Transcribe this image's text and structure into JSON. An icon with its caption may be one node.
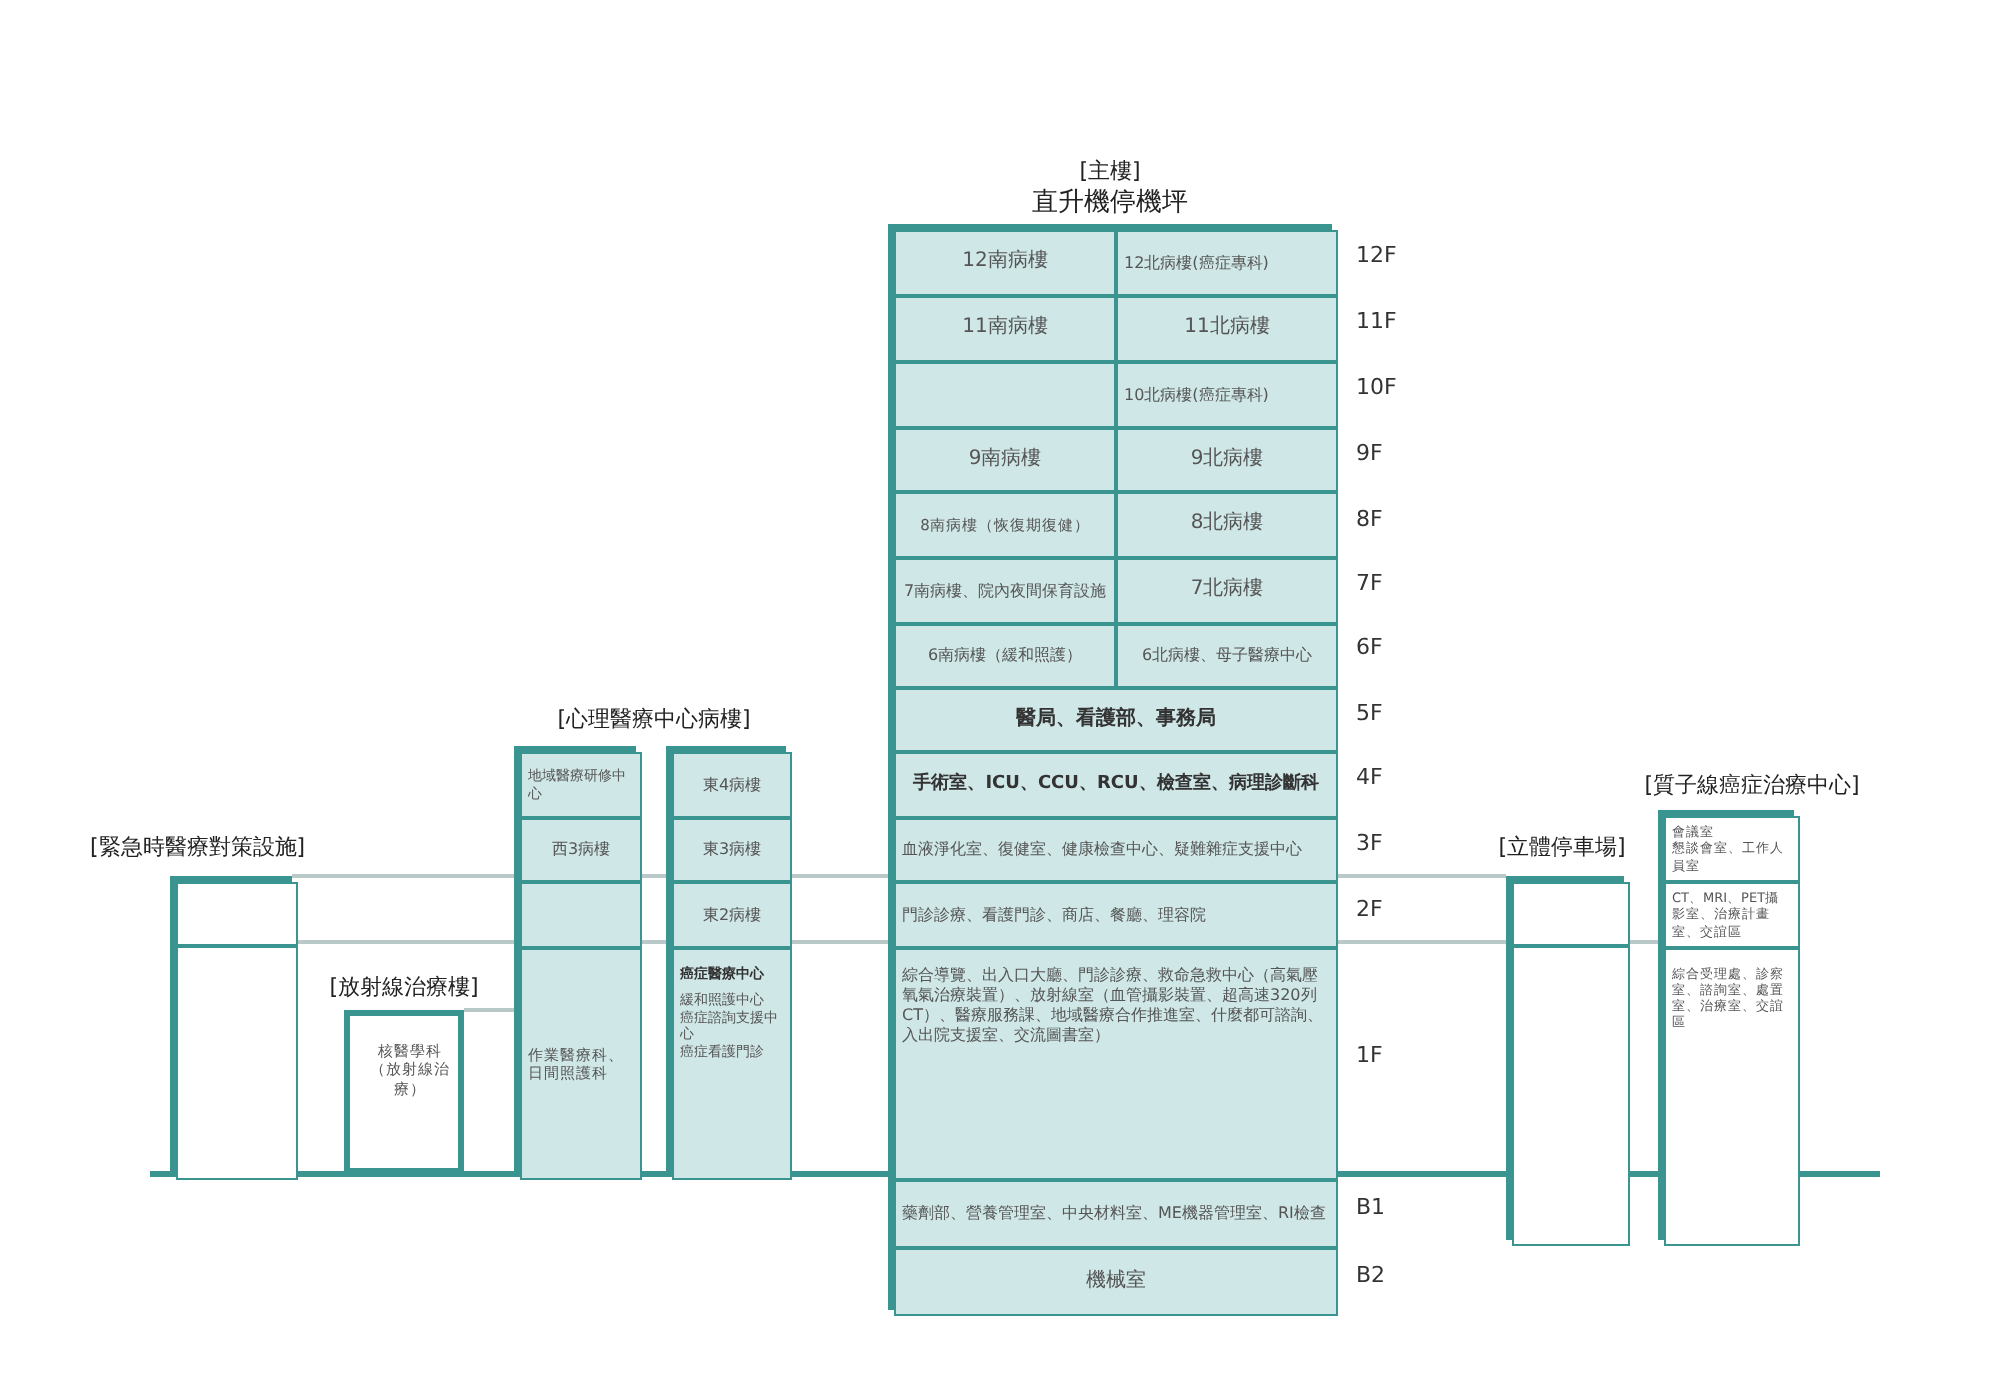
{
  "diagram": {
    "nodes": [
      {
        "text": [
          "[主樓]",
          "直升機停機坪"
        ]
      },
      {
        "text": [
          "12南病樓"
        ],
        "in": 0
      },
      {
        "text": [
          "12北病樓(癌症專科)"
        ],
        "in": 0
      },
      {
        "text": [
          "11南病樓"
        ],
        "in": 0
      },
      {
        "text": [
          "11北病樓"
        ],
        "in": 0
      },
      {
        "text": [],
        "shape": "box",
        "in": 0
      },
      {
        "text": [
          "10北病樓(癌症專科)"
        ],
        "in": 0
      },
      {
        "text": [
          "9南病樓"
        ],
        "in": 0
      },
      {
        "text": [
          "9北病樓"
        ],
        "in": 0
      },
      {
        "text": [
          "8南病樓（恢復期復健）"
        ],
        "in": 0
      },
      {
        "text": [
          "8北病樓"
        ],
        "in": 0
      },
      {
        "text": [
          "7南病樓、院內夜間保育設施"
        ],
        "in": 0
      },
      {
        "text": [
          "7北病樓"
        ],
        "in": 0
      },
      {
        "text": [
          "6南病樓（緩和照護）"
        ],
        "in": 0
      },
      {
        "text": [
          "6北病樓、母子醫療中心"
        ],
        "in": 0
      },
      {
        "text": [
          "醫局、看護部、事務局"
        ],
        "in": 0
      },
      {
        "text": [
          "手術室、ICU、CCU、RCU、檢查室、病理診斷科"
        ],
        "in": 0
      },
      {
        "text": [
          "血液淨化室、復健室、健康檢查中心、疑難雜症支援中心"
        ],
        "in": 0
      },
      {
        "text": [
          "門診診療、看護門診、商店、餐廳、理容院"
        ],
        "in": 0
      },
      {
        "text": [
          "綜合導覽、出入口大廳、門診診療、救命急救中心（高氣壓氧氣治療裝置）、放射線室（血管攝影裝置、超高速320列CT）、醫療服務課、地域醫療合作推進室、什麼都可諮詢、入出院支援室、交流圖書室）"
        ],
        "in": 0
      },
      {
        "text": [
          "藥劑部、營養管理室、中央材料室、ME機器管理室、RI檢查"
        ],
        "in": 0
      },
      {
        "text": [
          "機械室"
        ],
        "in": 0
      },
      {
        "text": [
          "[心理醫療中心病樓]"
        ]
      },
      {
        "text": [],
        "shape": "box",
        "in": 22
      },
      {
        "text": [
          "地域醫療研修中心"
        ],
        "in": 23
      },
      {
        "text": [
          "西3病樓"
        ],
        "in": 23
      },
      {
        "text": [],
        "shape": "box",
        "in": 23
      },
      {
        "text": [
          "作業醫療科、日間照護科"
        ],
        "in": 23
      },
      {
        "text": [],
        "shape": "box",
        "in": 22
      },
      {
        "text": [
          "東4病樓"
        ],
        "in": 28
      },
      {
        "text": [
          "東3病樓"
        ],
        "in": 28
      },
      {
        "text": [
          "東2病樓"
        ],
        "in": 28
      },
      {
        "text": [
          "癌症醫療中心",
          "緩和照護中心",
          "癌症諮詢支援中心",
          "癌症看護門診"
        ],
        "in": 28
      },
      {
        "text": [
          "[緊急時醫療對策設施]"
        ]
      },
      {
        "text": [],
        "shape": "box",
        "in": 33
      },
      {
        "text": [],
        "shape": "box",
        "in": 33
      },
      {
        "text": [
          "[放射線治療樓]",
          "核醫學科（放射線治療）"
        ]
      },
      {
        "text": [
          "[立體停車場]"
        ]
      },
      {
        "text": [],
        "shape": "box",
        "in": 37
      },
      {
        "text": [],
        "shape": "box",
        "in": 37
      },
      {
        "text": [
          "[質子線癌症治療中心]"
        ]
      },
      {
        "text": [
          "會議室",
          "懇談會室、工作人員室"
        ],
        "in": 40
      },
      {
        "text": [
          "CT、MRI、PET攝影室、治療計畫室、交誼區"
        ],
        "in": 40
      },
      {
        "text": [
          "綜合受理處、診察室、諮詢室、處置室、治療室、交誼區"
        ],
        "in": 40
      }
    ],
    "labels": [
      "12F",
      "11F",
      "10F",
      "9F",
      "8F",
      "7F",
      "6F",
      "5F",
      "4F",
      "3F",
      "2F",
      "1F",
      "B1",
      "B2"
    ]
  }
}
